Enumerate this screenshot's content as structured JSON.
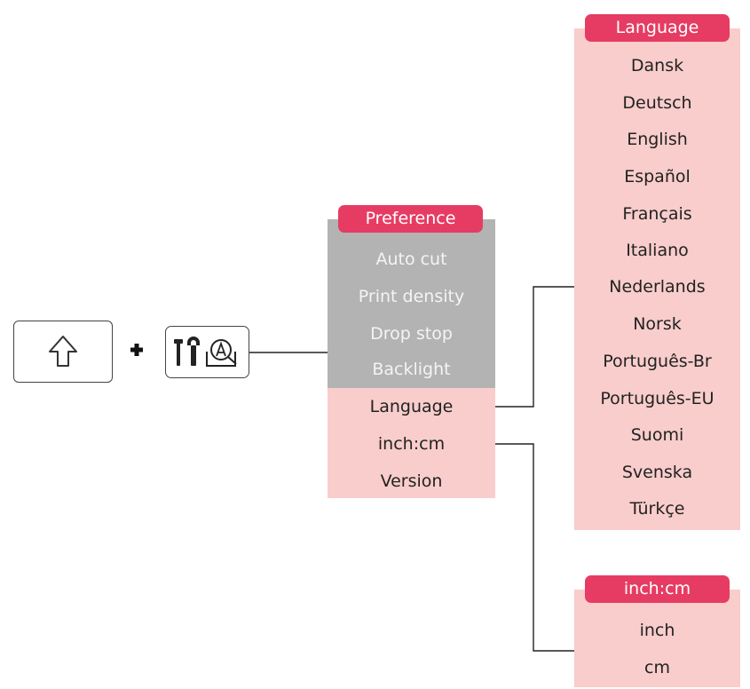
{
  "keys": {
    "shift_icon": "shift-arrow-icon",
    "plus_icon": "plus-icon",
    "settings_icon": "tools-and-auto-icon"
  },
  "preference_menu": {
    "title": "Preference",
    "gray_items": [
      "Auto cut",
      "Print density",
      "Drop stop",
      "Backlight"
    ],
    "pink_items": [
      "Language",
      "inch:cm",
      "Version"
    ]
  },
  "language_menu": {
    "title": "Language",
    "items": [
      "Dansk",
      "Deutsch",
      "English",
      "Español",
      "Français",
      "Italiano",
      "Nederlands",
      "Norsk",
      "Português-Br",
      "Português-EU",
      "Suomi",
      "Svenska",
      "Türkçe"
    ]
  },
  "unit_menu": {
    "title": "inch:cm",
    "items": [
      "inch",
      "cm"
    ]
  },
  "colors": {
    "header_red": "#e63c63",
    "pink_panel": "#f8cdcb",
    "gray_panel": "#b3b3b3",
    "line": "#222222"
  }
}
